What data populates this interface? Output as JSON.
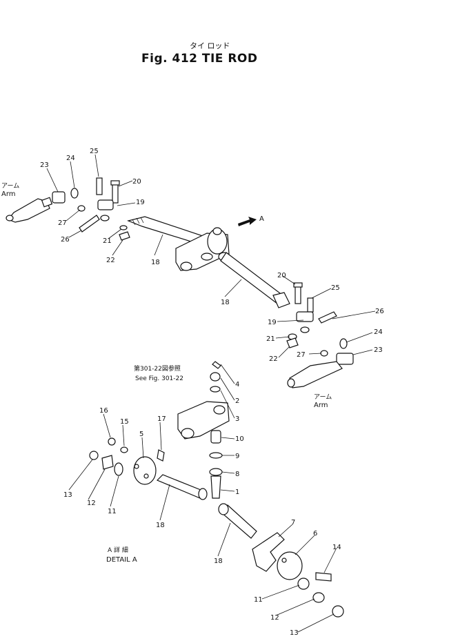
{
  "title": {
    "japanese": "タイ ロッド",
    "main": "Fig. 412 TIE ROD"
  },
  "view_marker": "A",
  "labels": {
    "arm_left_jp": "アーム",
    "arm_left": "Arm",
    "arm_right_jp": "アーム",
    "arm_right": "Arm",
    "ref_jp": "第301-22図参照",
    "ref_en": "See Fig. 301-22",
    "detail_jp": "A 詳 細",
    "detail_en": "DETAIL A"
  },
  "callouts": {
    "c23a": "23",
    "c24a": "24",
    "c25a": "25",
    "c20a": "20",
    "c19a": "19",
    "c27a": "27",
    "c26a": "26",
    "c21a": "21",
    "c22a": "22",
    "c18a": "18",
    "c18b": "18",
    "c20b": "20",
    "c25b": "25",
    "c26b": "26",
    "c19b": "19",
    "c24b": "24",
    "c21b": "21",
    "c27b": "27",
    "c23b": "23",
    "c22b": "22",
    "c4": "4",
    "c2": "2",
    "c3": "3",
    "c10": "10",
    "c9": "9",
    "c8": "8",
    "c1": "1",
    "c16": "16",
    "c15": "15",
    "c17": "17",
    "c5": "5",
    "c13a": "13",
    "c12a": "12",
    "c11a": "11",
    "c18c": "18",
    "c18d": "18",
    "c7": "7",
    "c6": "6",
    "c14": "14",
    "c11b": "11",
    "c12b": "12",
    "c13b": "13"
  }
}
